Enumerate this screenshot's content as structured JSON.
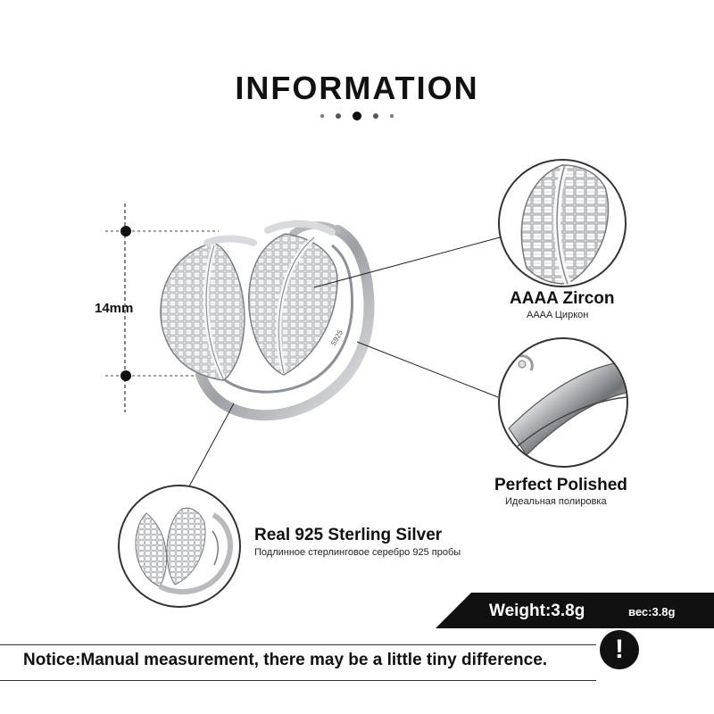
{
  "header": {
    "title": "INFORMATION"
  },
  "dimension": {
    "label": "14mm"
  },
  "features": [
    {
      "title": "AAAA Zircon",
      "subtitle": "AAAA Циркон"
    },
    {
      "title": "Perfect  Polished",
      "subtitle": "Идеальная полировка"
    },
    {
      "title": "Real 925  Sterling  Silver",
      "subtitle": "Подлинное стерлинговое серебро 925 пробы"
    }
  ],
  "weight": {
    "label": "Weight:3.8g",
    "label_ru": "вес:3.8g"
  },
  "notice": {
    "text": "Notice:Manual measurement, there may be a little tiny difference.",
    "icon_symbol": "!"
  },
  "stamp": "S925",
  "colors": {
    "accent": "#111111",
    "silver": "#c9cbce"
  }
}
